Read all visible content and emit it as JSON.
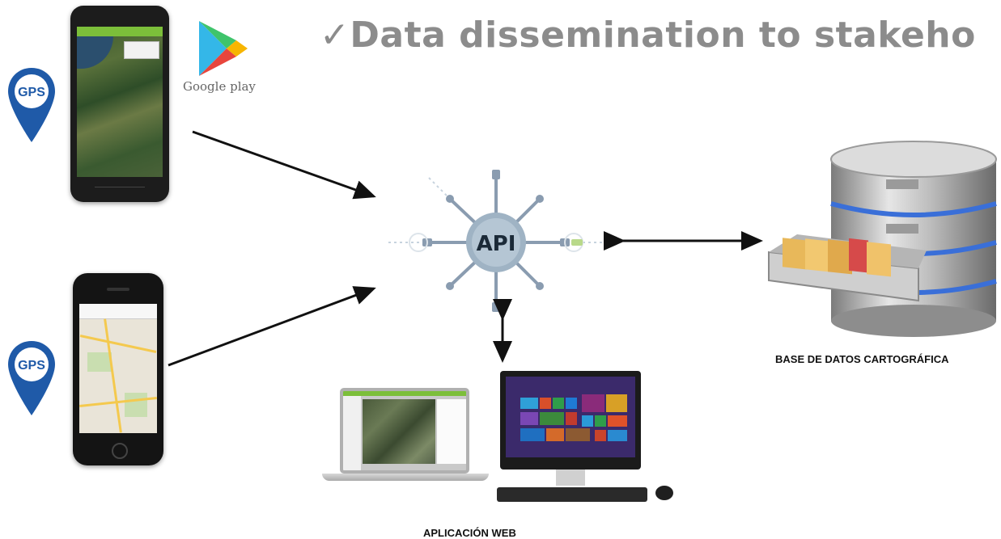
{
  "title": {
    "check": "✓",
    "text": "Data dissemination to stakeho"
  },
  "google_play": {
    "label": "Google play",
    "icon": "google-play-icon"
  },
  "gps_pins": [
    {
      "label": "GPS"
    },
    {
      "label": "GPS"
    }
  ],
  "api": {
    "label": "API"
  },
  "database": {
    "label": "BASE DE DATOS CARTOGRÁFICA"
  },
  "web_app": {
    "label": "APLICACIÓN WEB"
  },
  "colors": {
    "title": "#8c8c8c",
    "gps_pin": "#1f5aa8",
    "api_hub": "#9fb3c4",
    "app_green": "#7cbf3a",
    "arrow": "#111111",
    "db_band": "#3a6fd8"
  }
}
